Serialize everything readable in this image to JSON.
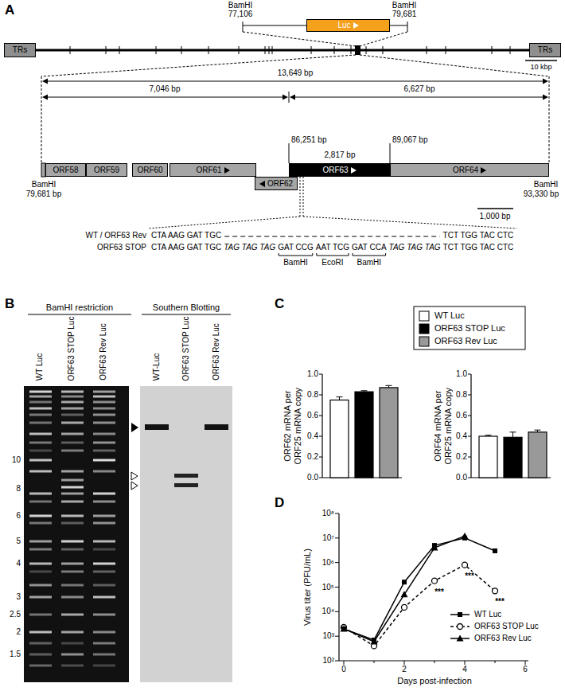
{
  "diagram": {
    "nodes": [
      {
        "text": [
          "Luc"
        ]
      },
      {
        "text": [
          "TRs"
        ]
      },
      {
        "text": [
          "TRs"
        ]
      },
      {
        "text": [
          "ORF58"
        ]
      },
      {
        "text": [
          "ORF59"
        ]
      },
      {
        "text": [
          "ORF60"
        ]
      },
      {
        "text": [
          "ORF61"
        ]
      },
      {
        "text": [
          "ORF62"
        ]
      },
      {
        "text": [
          "ORF63"
        ]
      },
      {
        "text": [
          "ORF64"
        ]
      }
    ],
    "labels": [
      "A",
      "BamHI",
      "77,106",
      "BamHI",
      "79,681",
      "10 kbp",
      "13,649 bp",
      "7,046 bp",
      "6,627 bp",
      "86,251 bp",
      "2,817 bp",
      "89,067 bp",
      "BamHI",
      "79,681 bp",
      "BamHI",
      "93,330 bp",
      "1,000 bp",
      "WT / ORF63 Rev",
      "CTA AAG GAT TGC",
      "TCT TGG TAC CTC",
      "ORF63 STOP",
      "CTA AAG GAT TGC",
      "TAG TAG TAG",
      "GAT CCG",
      "AAT TCG",
      "GAT CCA",
      "TAG TAG TAG",
      "TCT TGG TAC CTC",
      "BamHI",
      "EcoRI",
      "BamHI",
      "B",
      "BamHI restriction",
      "Southern Blotting",
      "WT Luc",
      "ORF63 STOP Luc",
      "ORF63 Rev Luc",
      "WT-Luc",
      "ORF63 STOP Luc",
      "ORF63 Rev Luc",
      "10",
      "8",
      "6",
      "5",
      "4",
      "3",
      "2.5",
      "2",
      "1.5",
      "C",
      "ORF62 mRNA per ORF25 mRNA copy",
      "1.0",
      "0.8",
      "0.6",
      "0.4",
      "0.2",
      "0.0",
      "ORF64 mRNA per ORF25 mRNA copy",
      "1.0",
      "0.8",
      "0.6",
      "0.4",
      "0.2",
      "0.0",
      "D",
      "Virus titer (PFU/mL)",
      "10⁸",
      "10⁷",
      "10⁶",
      "10⁵",
      "10⁴",
      "10³",
      "10²",
      "0",
      "2",
      "4",
      "6",
      "Days post-infection",
      "***",
      "***",
      "***"
    ],
    "legend": [
      {
        "text": "WT Luc",
        "color": "#ffffff"
      },
      {
        "text": "ORF63 STOP Luc",
        "color": "#000000"
      },
      {
        "text": "ORF63 Rev Luc",
        "color": "#999999"
      },
      {
        "text": "WT Luc"
      },
      {
        "text": "ORF63 STOP Luc"
      },
      {
        "text": "ORF63 Rev Luc"
      }
    ]
  }
}
